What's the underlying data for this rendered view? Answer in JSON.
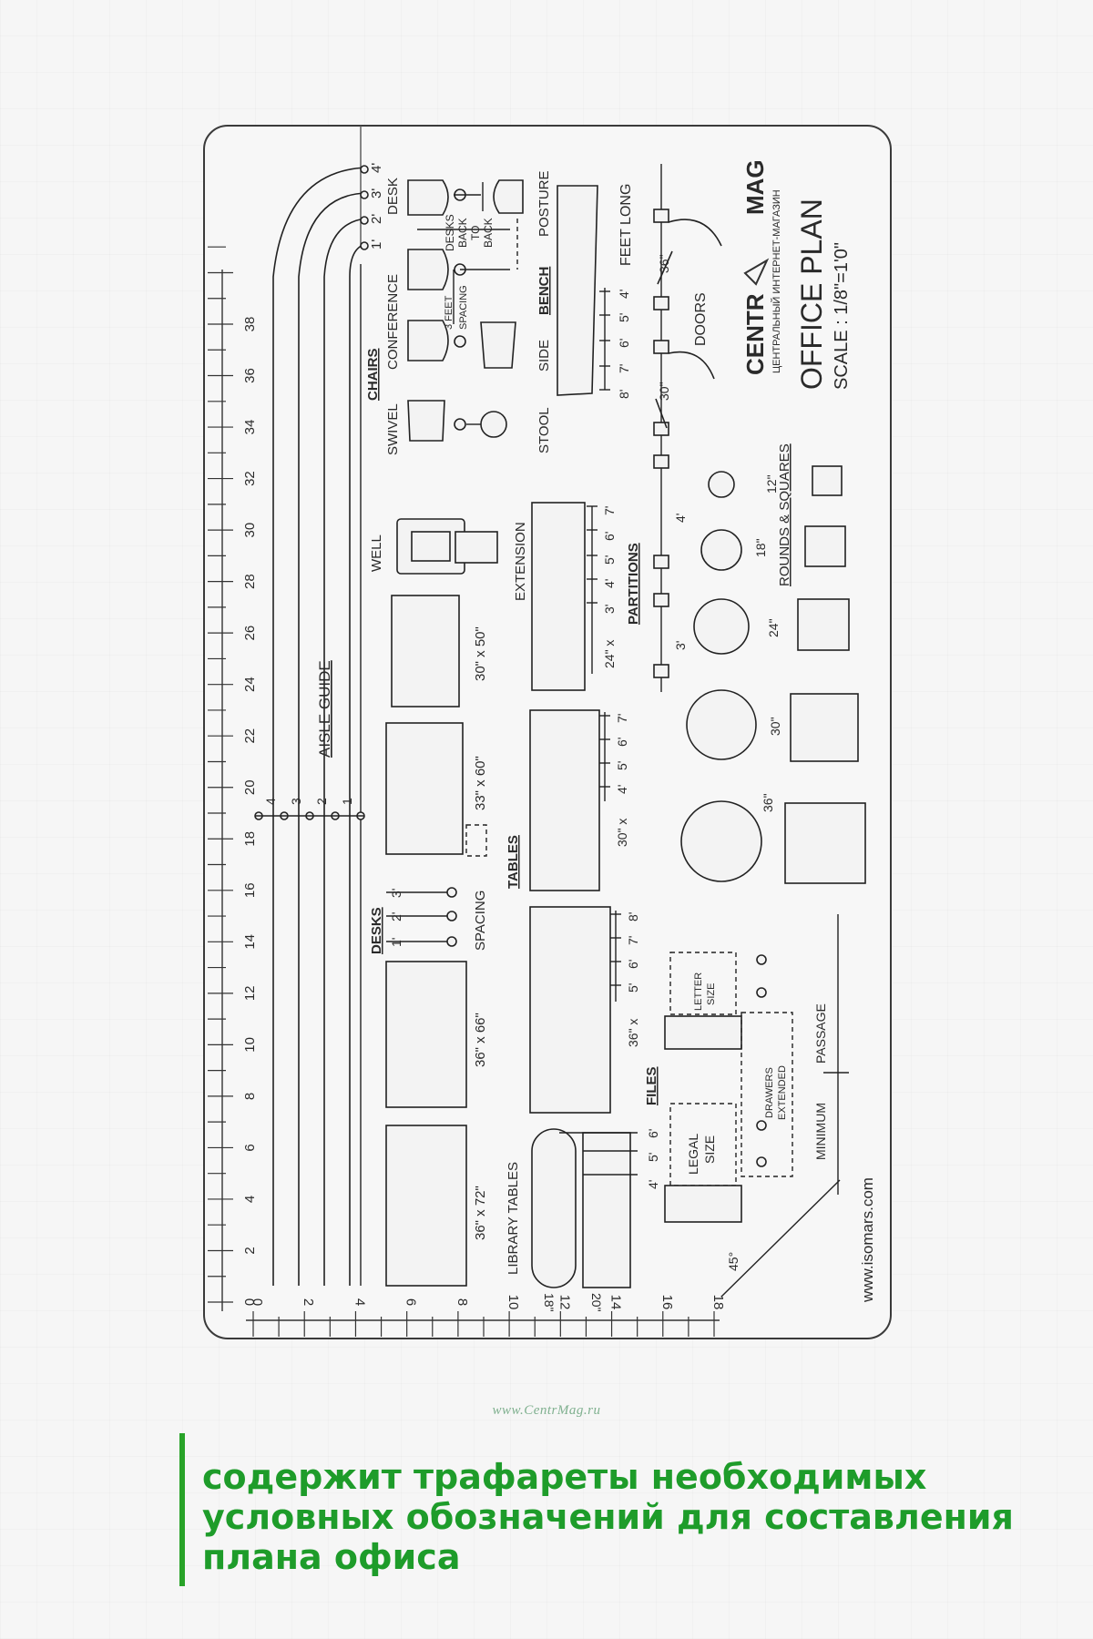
{
  "brand": {
    "name_left": "CENTR",
    "name_right": "MAG",
    "tagline": "ЦЕНТРАЛЬНЫЙ ИНТЕРНЕТ-МАГАЗИН"
  },
  "template": {
    "title": "OFFICE PLAN",
    "scale": "SCALE : 1/8\"=1'0\"",
    "website": "www.isomars.com",
    "left_ruler_labels": [
      "0",
      "2",
      "4",
      "6",
      "8",
      "10",
      "12",
      "14",
      "16",
      "18",
      "20",
      "22",
      "24",
      "26",
      "28",
      "30",
      "32",
      "34",
      "36",
      "38"
    ],
    "bottom_ruler_labels": [
      "0",
      "2",
      "4",
      "6",
      "8",
      "10",
      "12",
      "14",
      "16",
      "18"
    ],
    "aisle_guide": {
      "label": "AISLE GUIDE",
      "numbers": [
        "4",
        "3",
        "2",
        "1"
      ]
    },
    "top_arc_labels": [
      "4'",
      "3'",
      "2'",
      "1'"
    ],
    "chairs": {
      "heading": "CHAIRS",
      "desk": "DESK",
      "conference": "CONFERENCE",
      "swivel": "SWIVEL",
      "posture": "POSTURE",
      "stool": "STOOL",
      "side": "SIDE",
      "desks_back_to_back": [
        "DESKS",
        "BACK",
        "TO",
        "BACK"
      ],
      "three_feet_spacing": [
        "3 FEET",
        "SPACING"
      ]
    },
    "bench": {
      "label": "BENCH",
      "feet_long": "FEET  LONG",
      "ticks": [
        "4'",
        "5'",
        "6'",
        "7'",
        "8'"
      ]
    },
    "doors": {
      "label": "DOORS",
      "sizes": [
        "36\"",
        "30\""
      ]
    },
    "partitions": {
      "label": "PARTITIONS",
      "sizes": [
        "4'",
        "3'"
      ]
    },
    "rounds_squares": {
      "label": "ROUNDS & SQUARES",
      "sizes": [
        "12\"",
        "18\"",
        "24\"",
        "30\"",
        "36\""
      ]
    },
    "well": "WELL",
    "extension": {
      "label": "EXTENSION",
      "spec": "24\" x",
      "ticks": [
        "3'",
        "4'",
        "5'",
        "6'",
        "7'"
      ]
    },
    "tables": {
      "label": "TABLES",
      "spec_30": "30\" x",
      "ticks_30": [
        "4'",
        "5'",
        "6'",
        "7'"
      ],
      "spec_36": "36\" x",
      "ticks_36": [
        "5'",
        "6'",
        "7'",
        "8'"
      ]
    },
    "desks": {
      "heading": "DESKS",
      "spacing": "SPACING",
      "spacing_marks": [
        "1'",
        "2'",
        "3'"
      ],
      "sizes": [
        "30\" x 50\"",
        "33\" x 60\"",
        "36\" x 66\"",
        "36\" x 72\""
      ]
    },
    "library_tables": {
      "label": "LIBRARY TABLES",
      "sizes": [
        "18\"",
        "20\""
      ],
      "ticks": [
        "4'",
        "5'",
        "6'"
      ]
    },
    "files": {
      "label": "FILES",
      "letter_size": [
        "LETTER",
        "SIZE"
      ],
      "legal_size": [
        "LEGAL",
        "SIZE"
      ],
      "drawers_extended": [
        "DRAWERS",
        "EXTENDED"
      ],
      "minimum_passage": [
        "MINIMUM",
        "PASSAGE"
      ]
    },
    "angle_45": "45°"
  },
  "site_url": "www.CentrMag.ru",
  "caption_lines": [
    "содержит трафареты необходимых",
    "условных обозначений для составления",
    "плана офиса"
  ],
  "colors": {
    "caption_green": "#1e9c2a",
    "accent_bar": "#28a328"
  }
}
